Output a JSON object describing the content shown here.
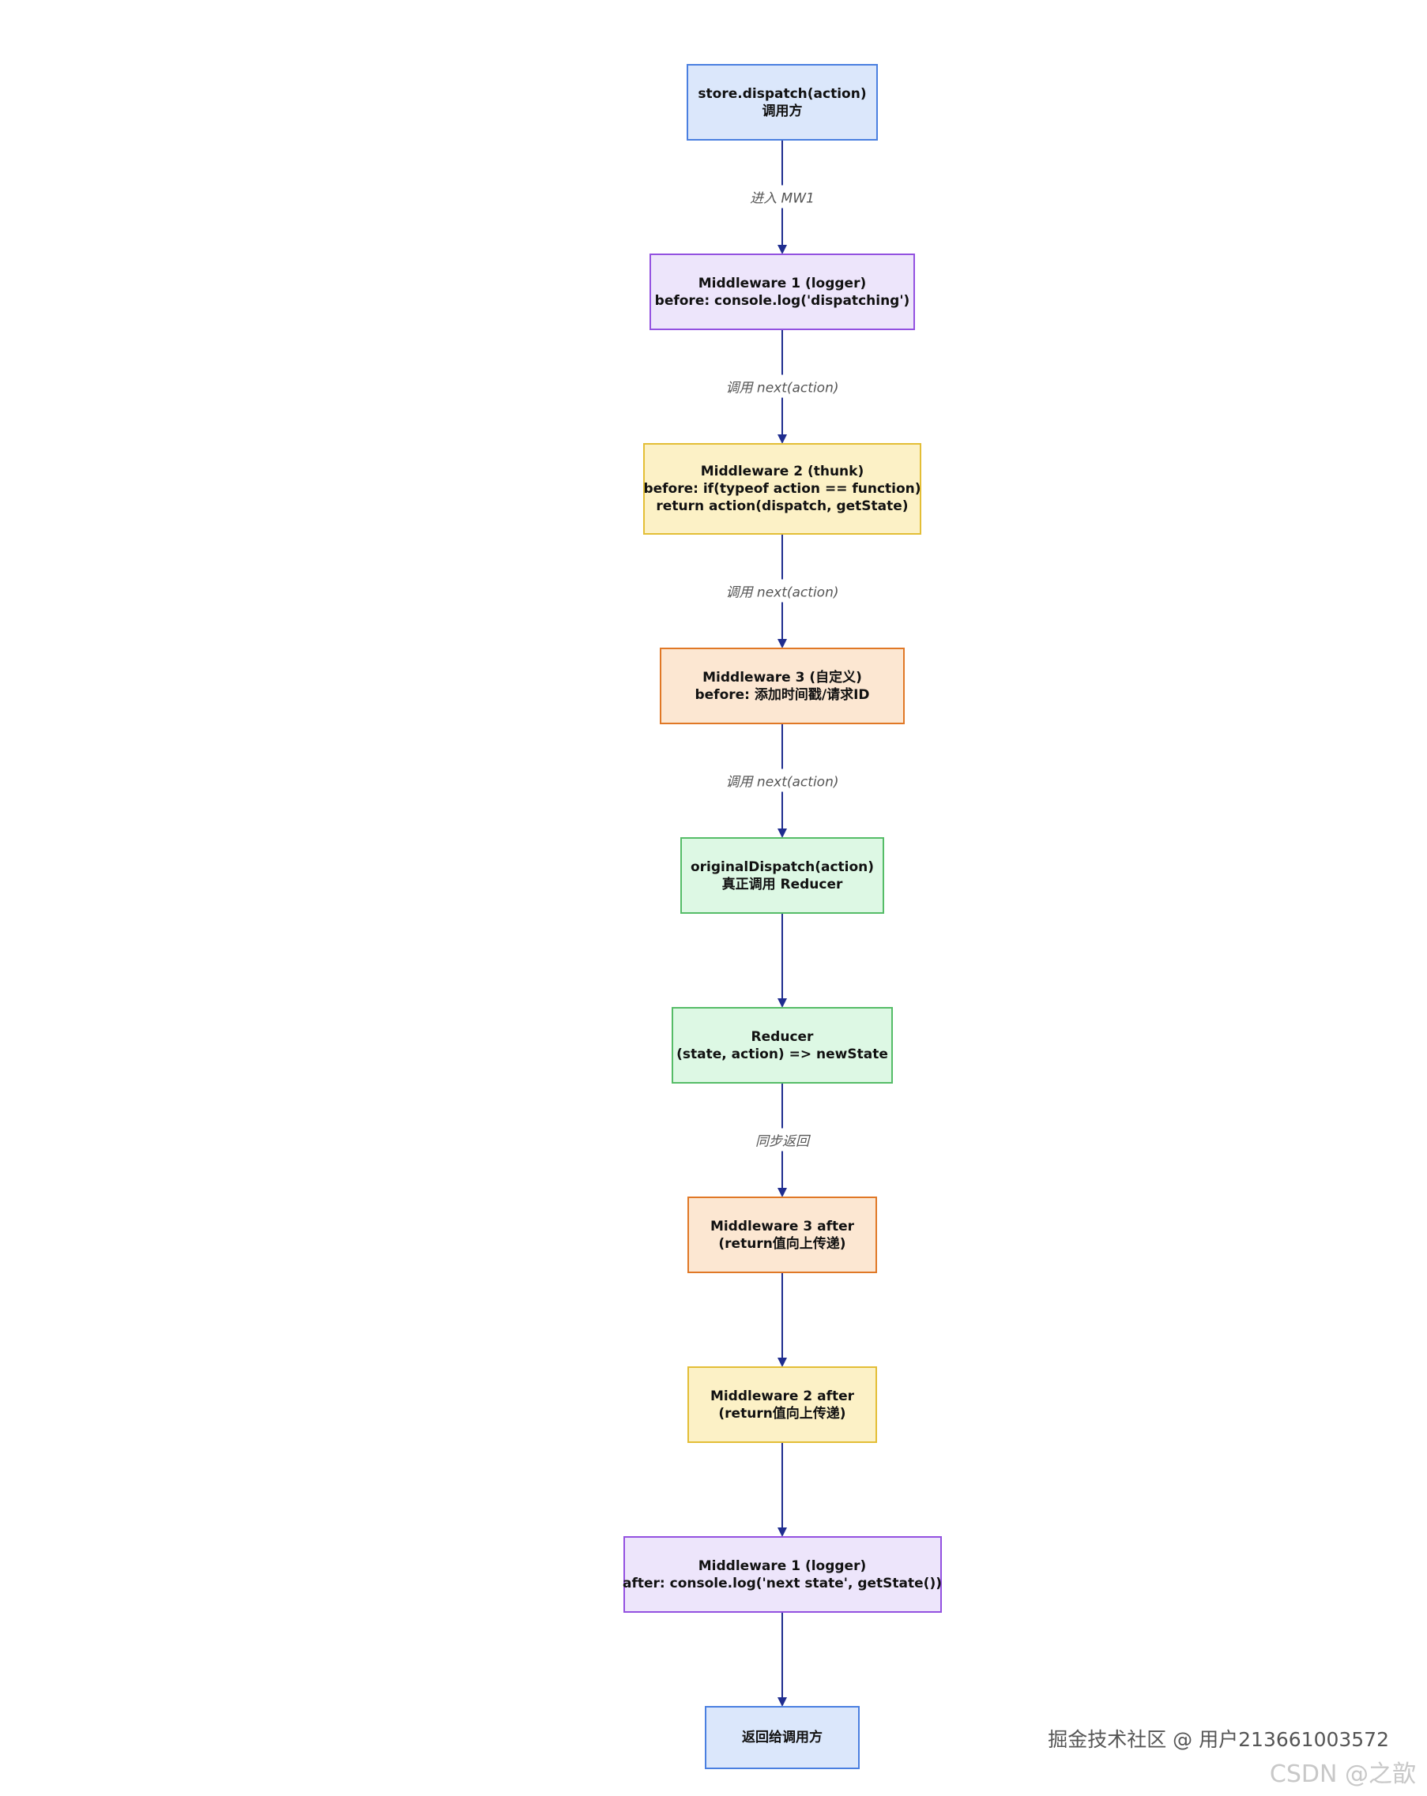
{
  "nodes": [
    {
      "id": "dispatch-caller",
      "lines": [
        "store.dispatch(action)",
        "调用方"
      ],
      "color": "blue"
    },
    {
      "id": "mw1-before",
      "lines": [
        "Middleware 1 (logger)",
        "before: console.log('dispatching')"
      ],
      "color": "purple"
    },
    {
      "id": "mw2-before",
      "lines": [
        "Middleware 2 (thunk)",
        "before: if(typeof action == function)",
        "return action(dispatch, getState)"
      ],
      "color": "yellow"
    },
    {
      "id": "mw3-before",
      "lines": [
        "Middleware 3 (自定义)",
        "before: 添加时间戳/请求ID"
      ],
      "color": "orange"
    },
    {
      "id": "original-dispatch",
      "lines": [
        "originalDispatch(action)",
        "真正调用 Reducer"
      ],
      "color": "green"
    },
    {
      "id": "reducer",
      "lines": [
        "Reducer",
        "(state, action) => newState"
      ],
      "color": "green"
    },
    {
      "id": "mw3-after",
      "lines": [
        "Middleware 3 after",
        "(return值向上传递)"
      ],
      "color": "orange"
    },
    {
      "id": "mw2-after",
      "lines": [
        "Middleware 2 after",
        "(return值向上传递)"
      ],
      "color": "yellow"
    },
    {
      "id": "mw1-after",
      "lines": [
        "Middleware 1 (logger)",
        "after: console.log('next state', getState())"
      ],
      "color": "purple"
    },
    {
      "id": "return-caller",
      "lines": [
        "返回给调用方"
      ],
      "color": "blue"
    }
  ],
  "edges": [
    {
      "from": "dispatch-caller",
      "to": "mw1-before",
      "label": "进入 MW1"
    },
    {
      "from": "mw1-before",
      "to": "mw2-before",
      "label": "调用 next(action)"
    },
    {
      "from": "mw2-before",
      "to": "mw3-before",
      "label": "调用 next(action)"
    },
    {
      "from": "mw3-before",
      "to": "original-dispatch",
      "label": "调用 next(action)"
    },
    {
      "from": "original-dispatch",
      "to": "reducer",
      "label": ""
    },
    {
      "from": "reducer",
      "to": "mw3-after",
      "label": "同步返回"
    },
    {
      "from": "mw3-after",
      "to": "mw2-after",
      "label": ""
    },
    {
      "from": "mw2-after",
      "to": "mw1-after",
      "label": ""
    },
    {
      "from": "mw1-after",
      "to": "return-caller",
      "label": ""
    }
  ],
  "colors": {
    "edge": "#1f2d8f",
    "label_text": "#555555"
  },
  "watermark": {
    "line1": "掘金技术社区 @ 用户213661003572",
    "line2": "CSDN @之歆"
  }
}
